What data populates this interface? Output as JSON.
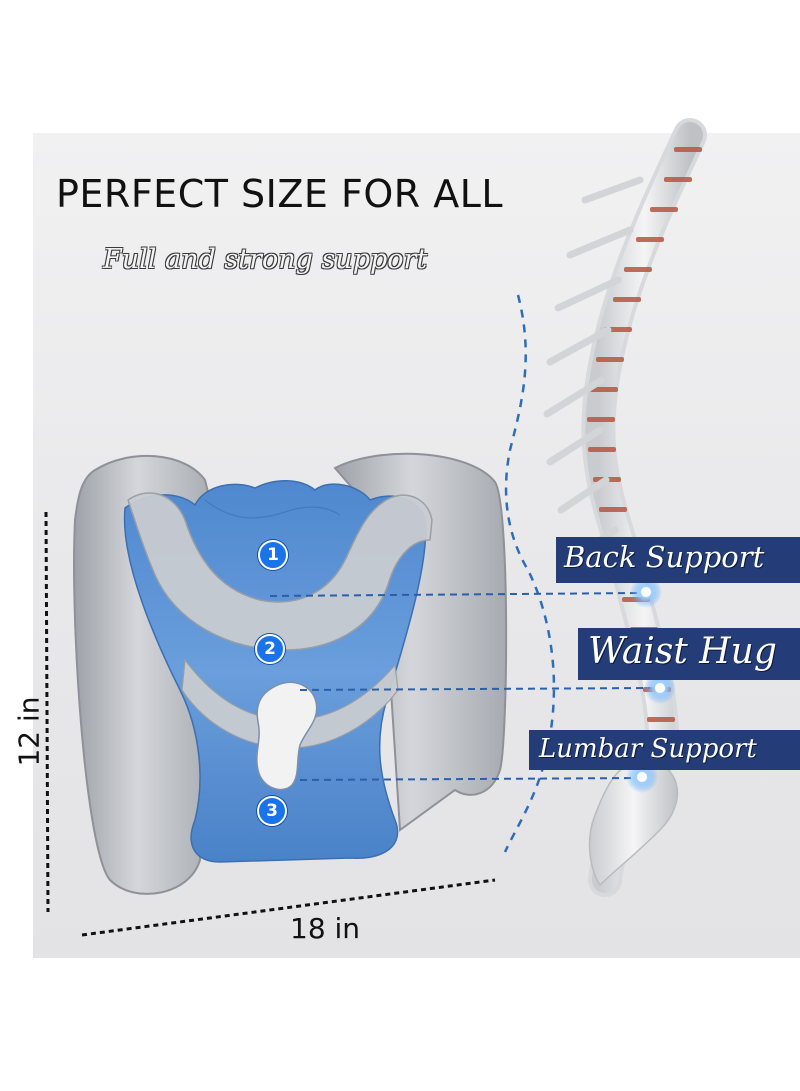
{
  "header": {
    "title": "PERFECT SIZE FOR ALL",
    "subtitle": "Full and strong support"
  },
  "callouts": [
    {
      "number": "1",
      "label": "Back Support"
    },
    {
      "number": "2",
      "label": "Waist Hug"
    },
    {
      "number": "3",
      "label": "Lumbar Support"
    }
  ],
  "dimensions": {
    "height": "12 in",
    "width": "18 in"
  },
  "colors": {
    "cushion_blue": "#5b92d3",
    "cushion_gray": "#b9bcc1",
    "callout_bg": "#243c78",
    "number_badge": "#1a73e8",
    "dash_line": "#2f6db8"
  },
  "icons": {
    "product": "lumbar-cushion",
    "anatomy": "spine-illustration"
  }
}
